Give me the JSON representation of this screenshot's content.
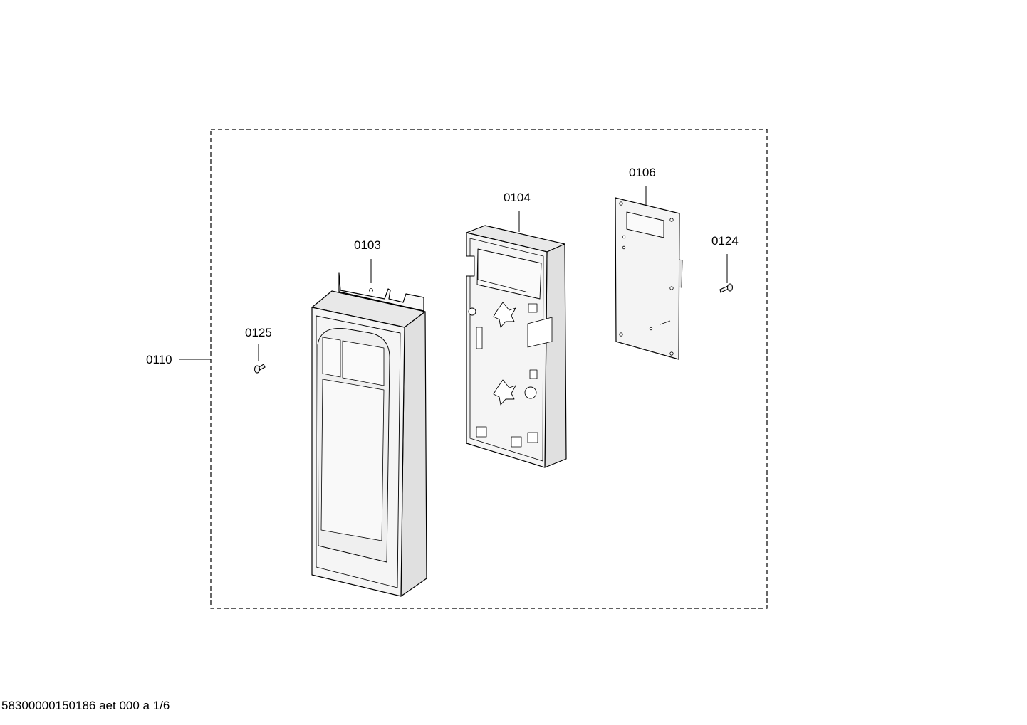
{
  "diagram": {
    "labels": {
      "assembly": "0110",
      "front_panel": "0103",
      "frame": "0104",
      "circuit_board": "0106",
      "screw_right": "0124",
      "screw_left": "0125"
    },
    "line_color": "#000000",
    "panel_fill": "#f2f2f2"
  },
  "footer": {
    "code": "58300000150186 aet 000 a 1/6"
  }
}
